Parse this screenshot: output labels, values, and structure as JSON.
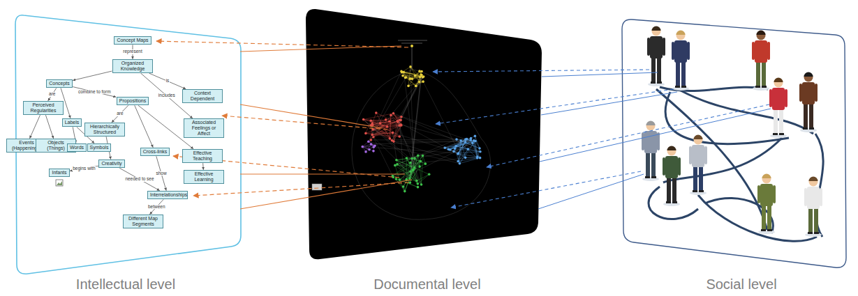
{
  "diagram": {
    "nodes": [
      {
        "text": [
          "Concept Maps"
        ]
      },
      {
        "text": [
          "Organized Knowledge"
        ]
      },
      {
        "text": [
          "Concepts"
        ]
      },
      {
        "text": [
          "Propositions"
        ]
      },
      {
        "text": [
          "Context Dependent"
        ]
      },
      {
        "text": [
          "Perceived Regularities"
        ]
      },
      {
        "text": [
          "Labels"
        ]
      },
      {
        "text": [
          "Hierarchically Structured"
        ]
      },
      {
        "text": [
          "Associated Feelings or Affect"
        ]
      },
      {
        "text": [
          "Events (Happenings)"
        ]
      },
      {
        "text": [
          "Objects (Things)"
        ]
      },
      {
        "text": [
          "Words"
        ]
      },
      {
        "text": [
          "Symbols"
        ]
      },
      {
        "text": [
          "Creativity"
        ]
      },
      {
        "text": [
          "Cross-links"
        ]
      },
      {
        "text": [
          "Effective Teaching"
        ]
      },
      {
        "text": [
          "Infants"
        ]
      },
      {
        "text": [
          "Effective Learning"
        ]
      },
      {
        "text": [
          "Interrelationships"
        ]
      },
      {
        "text": [
          "Different Map Segments"
        ]
      }
    ],
    "edges": [
      {
        "from": 0,
        "to": 1,
        "arrow": "to",
        "label": "represent"
      },
      {
        "from": 1,
        "to": 2,
        "arrow": "to"
      },
      {
        "from": 1,
        "to": 4,
        "arrow": "to",
        "label": "is"
      },
      {
        "from": 1,
        "to": 8,
        "arrow": "to",
        "label": "includes"
      },
      {
        "from": 2,
        "to": 3,
        "arrow": "to",
        "label": "combine to form"
      },
      {
        "from": 2,
        "to": 5,
        "arrow": "to",
        "label": "are"
      },
      {
        "from": 2,
        "to": 6,
        "arrow": "to"
      },
      {
        "from": 5,
        "to": 9,
        "arrow": "to"
      },
      {
        "from": 5,
        "to": 10,
        "arrow": "to"
      },
      {
        "from": 6,
        "to": 11,
        "arrow": "to"
      },
      {
        "from": 6,
        "to": 12,
        "arrow": "to"
      },
      {
        "from": 3,
        "to": 7,
        "arrow": "to",
        "label": "are"
      },
      {
        "from": 3,
        "to": 14,
        "arrow": "to"
      },
      {
        "from": 3,
        "to": 15,
        "arrow": "to"
      },
      {
        "from": 15,
        "to": 17,
        "arrow": "to"
      },
      {
        "from": 7,
        "to": 13,
        "arrow": "to"
      },
      {
        "from": 13,
        "to": 16,
        "arrow": "to",
        "label": "begins with"
      },
      {
        "from": 13,
        "to": 18,
        "arrow": "to",
        "label": "needed to see"
      },
      {
        "from": 14,
        "to": 18,
        "arrow": "to",
        "label": "show"
      },
      {
        "from": 18,
        "to": 19,
        "arrow": "to",
        "label": "between"
      }
    ],
    "labels": [
      "Intellectual level",
      "Documental level",
      "Social level"
    ]
  }
}
